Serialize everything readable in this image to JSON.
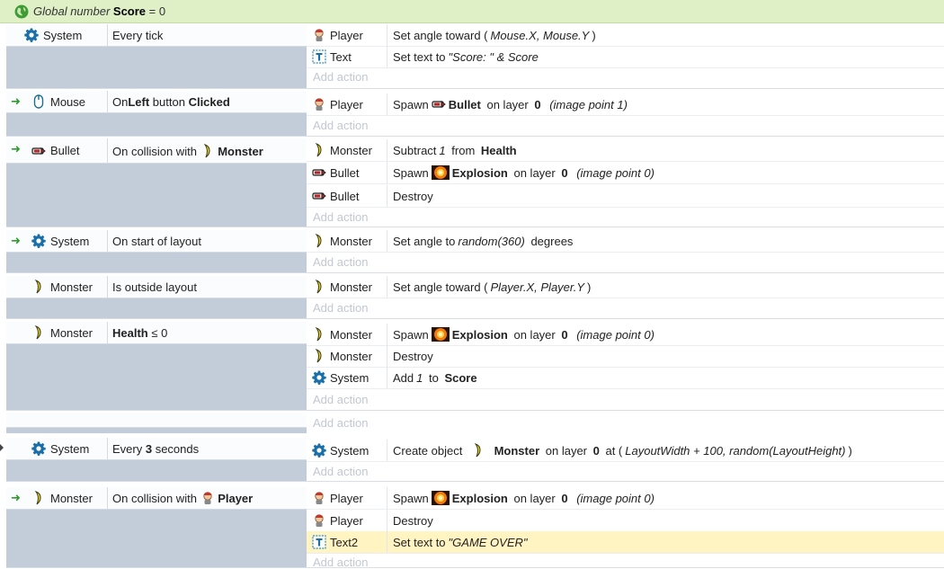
{
  "global_var": {
    "label_prefix": "Global number",
    "name": "Score",
    "value_text": "= 0"
  },
  "add_action_label": "Add action",
  "events": [
    {
      "cond": {
        "obj": "System",
        "icon": "gear-icon",
        "desc_plain": "Every tick"
      },
      "actions": [
        {
          "obj": "Player",
          "icon": "player-icon",
          "t1": "Set angle toward (",
          "t2": "Mouse.X, Mouse.Y",
          "t3": ")"
        },
        {
          "obj": "Text",
          "icon": "text-object-icon",
          "t1": "Set text to ",
          "t2": "\"Score: \" & Score",
          "t3": ""
        }
      ]
    },
    {
      "cond": {
        "obj": "Mouse",
        "icon": "mouse-icon",
        "d1": "On ",
        "d2": "Left",
        "d3": " button ",
        "d4": "Clicked"
      },
      "actions": [
        {
          "obj": "Player",
          "icon": "player-icon",
          "t1": "Spawn ",
          "t2": "Bullet",
          "t3": " on layer ",
          "t4": "0",
          "t5": "(image point 1)"
        }
      ]
    },
    {
      "cond": {
        "obj": "Bullet",
        "icon": "bullet-icon",
        "d1": "On collision with",
        "d2": "Monster"
      },
      "actions": [
        {
          "obj": "Monster",
          "icon": "monster-icon",
          "t1": "Subtract ",
          "t2": "1",
          "t3": " from ",
          "t4": "Health"
        },
        {
          "obj": "Bullet",
          "icon": "bullet-icon",
          "t1": "Spawn ",
          "t2": "Explosion",
          "t3": " on layer ",
          "t4": "0",
          "t5": "(image point 0)"
        },
        {
          "obj": "Bullet",
          "icon": "bullet-icon",
          "t1": "Destroy"
        }
      ]
    },
    {
      "cond": {
        "obj": "System",
        "icon": "gear-icon",
        "desc_plain": "On start of layout"
      },
      "actions": [
        {
          "obj": "Monster",
          "icon": "monster-icon",
          "t1": "Set angle to ",
          "t2": "random(360)",
          "t3": " degrees"
        }
      ]
    },
    {
      "cond": {
        "obj": "Monster",
        "icon": "monster-icon",
        "desc_plain": "Is outside layout"
      },
      "actions": [
        {
          "obj": "Monster",
          "icon": "monster-icon",
          "t1": "Set angle toward (",
          "t2": "Player.X, Player.Y",
          "t3": ")"
        }
      ]
    },
    {
      "cond": {
        "obj": "Monster",
        "icon": "monster-icon",
        "d1": "Health",
        "d2": " ≤ 0"
      },
      "actions": [
        {
          "obj": "Monster",
          "icon": "monster-icon",
          "t1": "Spawn ",
          "t2": "Explosion",
          "t3": " on layer ",
          "t4": "0",
          "t5": "(image point 0)"
        },
        {
          "obj": "Monster",
          "icon": "monster-icon",
          "t1": "Destroy"
        },
        {
          "obj": "System",
          "icon": "gear-icon",
          "t1": "Add ",
          "t2": "1",
          "t3": " to ",
          "t4": "Score"
        }
      ]
    },
    {
      "cond": {
        "obj": "System",
        "icon": "gear-icon",
        "d1": "Every ",
        "d2": "3",
        "d3": " seconds"
      },
      "actions": [
        {
          "obj": "System",
          "icon": "gear-icon",
          "t1": "Create object",
          "t2": "Monster",
          "t3": " on layer ",
          "t4": "0",
          "t5": " at (",
          "t6": "LayoutWidth + 100, random(LayoutHeight)",
          "t7": ")"
        }
      ]
    },
    {
      "cond": {
        "obj": "Monster",
        "icon": "monster-icon",
        "d1": "On collision with",
        "d2": "Player"
      },
      "actions": [
        {
          "obj": "Player",
          "icon": "player-icon",
          "t1": "Spawn ",
          "t2": "Explosion",
          "t3": " on layer ",
          "t4": "0",
          "t5": "(image point 0)"
        },
        {
          "obj": "Player",
          "icon": "player-icon",
          "t1": "Destroy"
        },
        {
          "obj": "Text2",
          "icon": "text-object-icon",
          "t1": "Set text to ",
          "t2": "\"GAME OVER\"",
          "t3": ""
        }
      ]
    }
  ]
}
